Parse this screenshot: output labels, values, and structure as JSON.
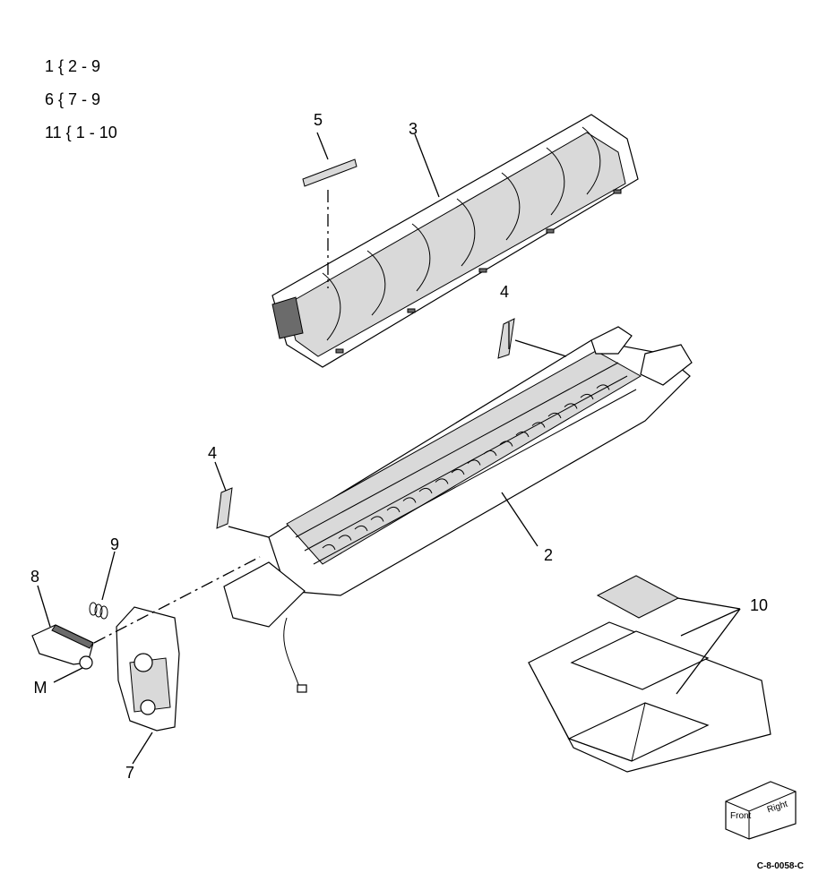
{
  "legend": [
    {
      "line": "1 { 2 - 9"
    },
    {
      "line": "6 { 7 - 9"
    },
    {
      "line": "11 { 1 - 10"
    }
  ],
  "callouts": {
    "c5": "5",
    "c3": "3",
    "c4_top": "4",
    "c4_left": "4",
    "c2": "2",
    "c9": "9",
    "c8": "8",
    "c10": "10",
    "cM": "M",
    "c7": "7"
  },
  "orientation_cube": {
    "front": "Front",
    "right": "Right"
  },
  "figure_id": "C-8-0058-C"
}
